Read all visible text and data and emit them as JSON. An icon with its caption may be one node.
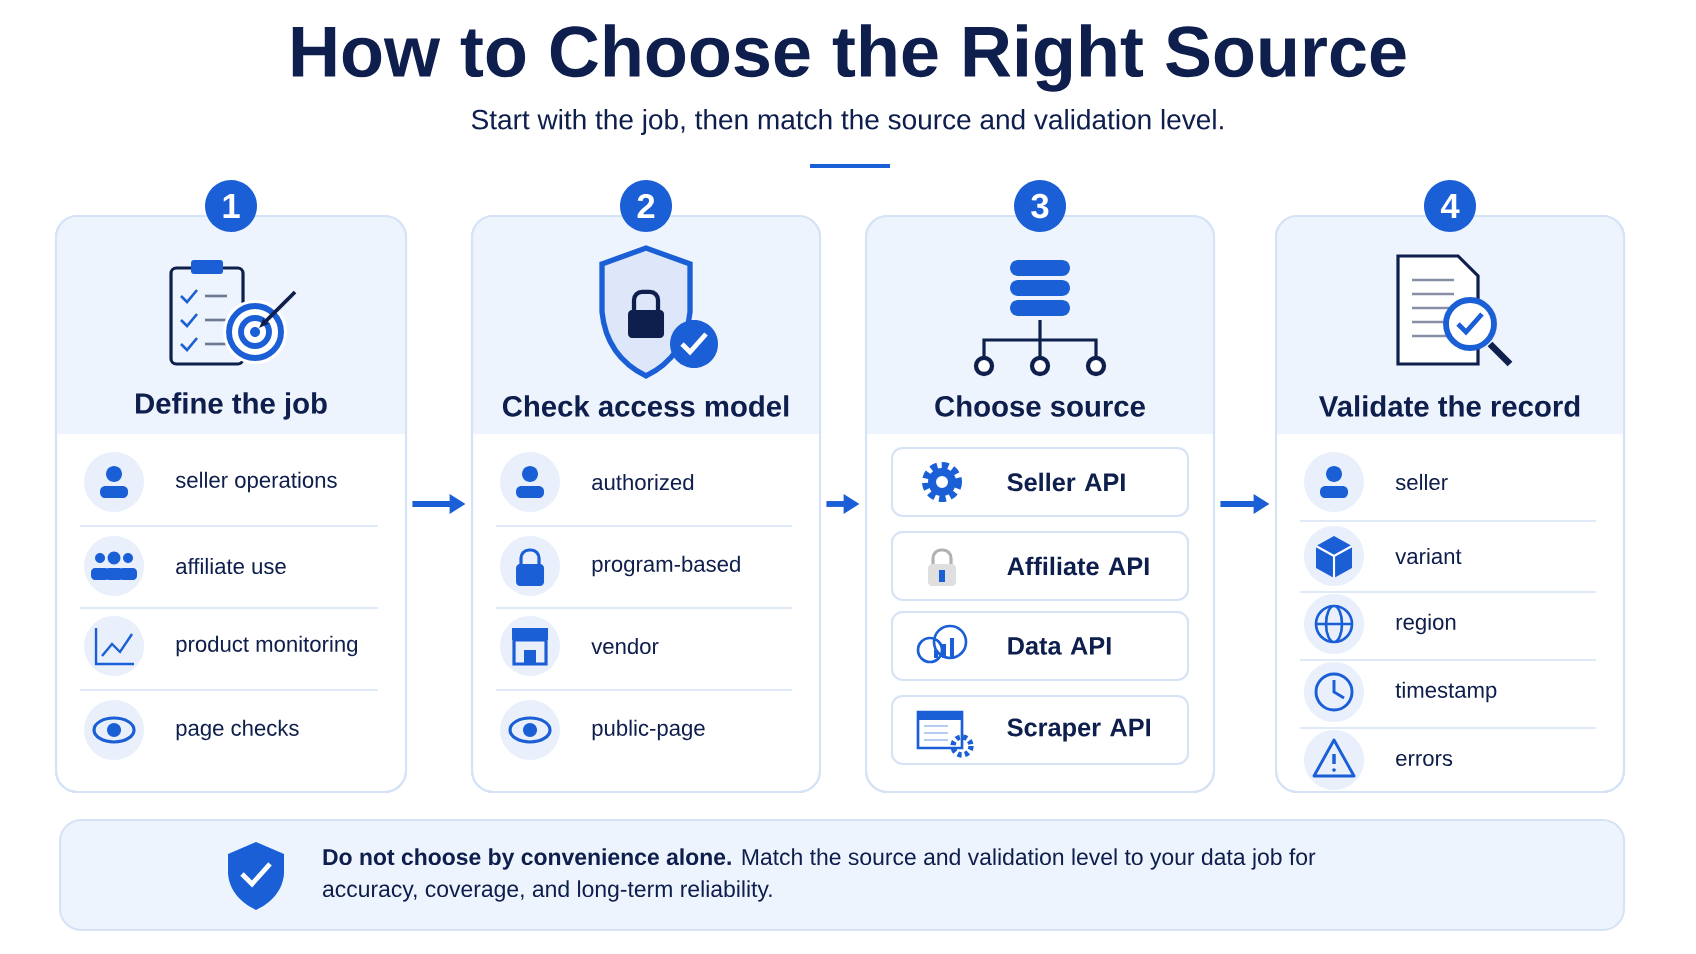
{
  "diagram": {
    "title": "How to Choose the Right Source",
    "nodes": [
      {
        "text": [
          "1",
          "Define the job"
        ]
      },
      {
        "text": [
          "seller operations"
        ],
        "in": 0
      },
      {
        "text": [
          "affiliate use"
        ],
        "in": 0
      },
      {
        "text": [
          "product monitoring"
        ],
        "in": 0
      },
      {
        "text": [
          "page checks"
        ],
        "in": 0
      },
      {
        "text": [
          "2",
          "Check access model"
        ]
      },
      {
        "text": [
          "authorized"
        ],
        "in": 5
      },
      {
        "text": [
          "program-based"
        ],
        "in": 5
      },
      {
        "text": [
          "vendor"
        ],
        "in": 5
      },
      {
        "text": [
          "public-page"
        ],
        "in": 5
      },
      {
        "text": [
          "3",
          "Choose source"
        ]
      },
      {
        "text": [
          "Seller API"
        ],
        "in": 10
      },
      {
        "text": [
          "Affiliate API"
        ],
        "in": 10
      },
      {
        "text": [
          "Data API"
        ],
        "in": 10
      },
      {
        "text": [
          "Scraper API"
        ],
        "in": 10
      },
      {
        "text": [
          "4",
          "Validate the record"
        ]
      },
      {
        "text": [
          "seller"
        ],
        "in": 15
      },
      {
        "text": [
          "variant"
        ],
        "in": 15
      },
      {
        "text": [
          "region"
        ],
        "in": 15
      },
      {
        "text": [
          "timestamp"
        ],
        "in": 15
      },
      {
        "text": [
          "errors"
        ],
        "in": 15
      },
      {
        "text": [
          "**Do not choose by convenience alone.** Match the source and validation level to your data job for accuracy, coverage, and long-term reliability."
        ]
      }
    ],
    "edges": [
      {
        "from": 0,
        "to": 5,
        "arrow": "to"
      },
      {
        "from": 5,
        "to": 10,
        "arrow": "to"
      },
      {
        "from": 10,
        "to": 15,
        "arrow": "to"
      }
    ],
    "labels": [
      "Start with the job, then match the source and validation level."
    ]
  }
}
